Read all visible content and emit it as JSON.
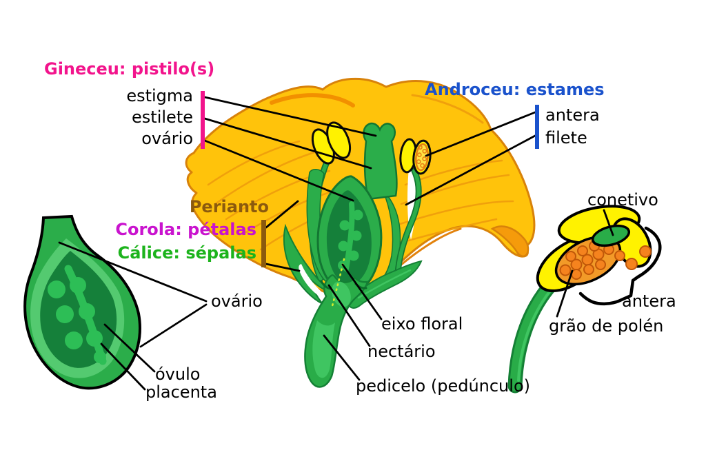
{
  "figure": {
    "type": "labeled-botanical-diagram",
    "subject": "flower longitudinal section with ovary and anther detail insets"
  },
  "palette": {
    "gineceu_pink": "#F2148C",
    "androceu_blue": "#1A52CC",
    "perianto_brown": "#8B5A0E",
    "corola_magenta": "#C913CE",
    "calice_green": "#1CB31C",
    "petal_yellow": "#FFC30B",
    "petal_outline_orange": "#D8820A",
    "leaf_green": "#2BAD4A",
    "dark_green": "#15803A",
    "anther_yellow": "#FFF200",
    "pollen_orange": "#F5831E",
    "text_black": "#000000"
  },
  "groups": {
    "gineceu": {
      "title": "Gineceu: pistilo(s)",
      "parts": [
        "estigma",
        "estilete",
        "ovário"
      ]
    },
    "androceu": {
      "title": "Androceu: estames",
      "parts": [
        "antera",
        "filete"
      ]
    },
    "perianto": {
      "title": "Perianto",
      "corola_label": "Corola: pétalas",
      "calice_label": "Cálice: sépalas"
    },
    "ovary_inset": {
      "parts": [
        "ovário",
        "óvulo",
        "placenta"
      ]
    },
    "flower_base": {
      "parts": [
        "eixo floral",
        "nectário",
        "pedicelo (pedúnculo)"
      ]
    },
    "anther_inset": {
      "parts": [
        "conetivo",
        "antera",
        "grão de polén"
      ]
    }
  }
}
